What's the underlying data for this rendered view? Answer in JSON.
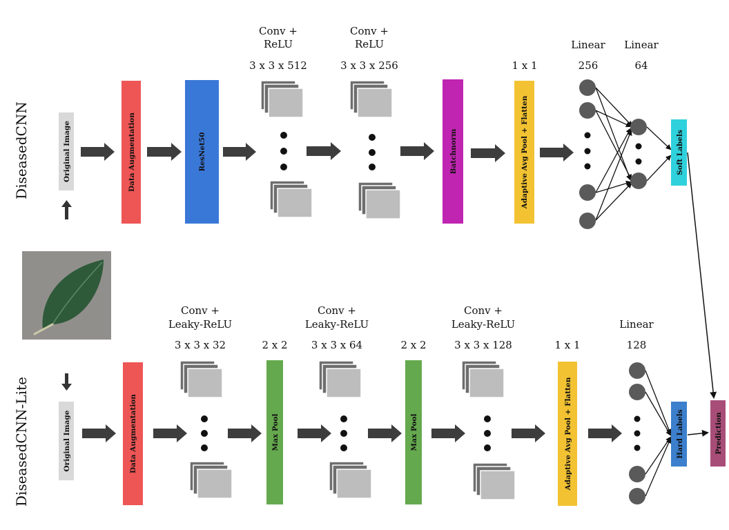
{
  "colors": {
    "arrow": "#3d3d3d",
    "input": "#d9d9d9",
    "augmentation": "#ee5555",
    "resnet": "#3a78d8",
    "batchnorm": "#bf25b0",
    "pool": "#f2c232",
    "maxpool": "#65a94e",
    "soft": "#2fd1dc",
    "hard": "#3c7fcc",
    "prediction": "#a84d78",
    "node": "#5a5a5a",
    "fmapDark": "#6e6e6e",
    "fmapLight": "#bdbdbd"
  },
  "leaf_image": {
    "description": "leaf-photo",
    "background": "#8c8a88",
    "leaf": "#2f5a3a"
  },
  "top": {
    "model_name": "DiseasedCNN",
    "input_label": "Original Image",
    "augmentation_label": "Data Augmentation",
    "backbone_label": "ResNet50",
    "conv1": {
      "title_line1": "Conv +",
      "title_line2": "ReLU",
      "dims": "3 x 3 x 512"
    },
    "conv2": {
      "title_line1": "Conv +",
      "title_line2": "ReLU",
      "dims": "3 x 3 x 256"
    },
    "batchnorm_label": "Batchnorm",
    "pool_label": "Adaptive Avg Pool + Flatten",
    "pool_dims": "1 x 1",
    "linear1": {
      "title": "Linear",
      "size": "256"
    },
    "linear2": {
      "title": "Linear",
      "size": "64"
    },
    "output_label": "Soft Labels"
  },
  "bottom": {
    "model_name": "DiseasedCNN-Lite",
    "input_label": "Original Image",
    "augmentation_label": "Data Augmentation",
    "conv1": {
      "title_line1": "Conv +",
      "title_line2": "Leaky-ReLU",
      "dims": "3 x 3 x 32"
    },
    "pool1": {
      "label": "Max Pool",
      "dims": "2 x 2"
    },
    "conv2": {
      "title_line1": "Conv +",
      "title_line2": "Leaky-ReLU",
      "dims": "3 x 3 x 64"
    },
    "pool2": {
      "label": "Max Pool",
      "dims": "2 x 2"
    },
    "conv3": {
      "title_line1": "Conv +",
      "title_line2": "Leaky-ReLU",
      "dims": "3 x 3 x 128"
    },
    "pool_label": "Adaptive Avg Pool + Flatten",
    "pool_dims": "1 x 1",
    "linear": {
      "title": "Linear",
      "size": "128"
    },
    "output_label": "Hard Labels"
  },
  "prediction_label": "Prediction"
}
